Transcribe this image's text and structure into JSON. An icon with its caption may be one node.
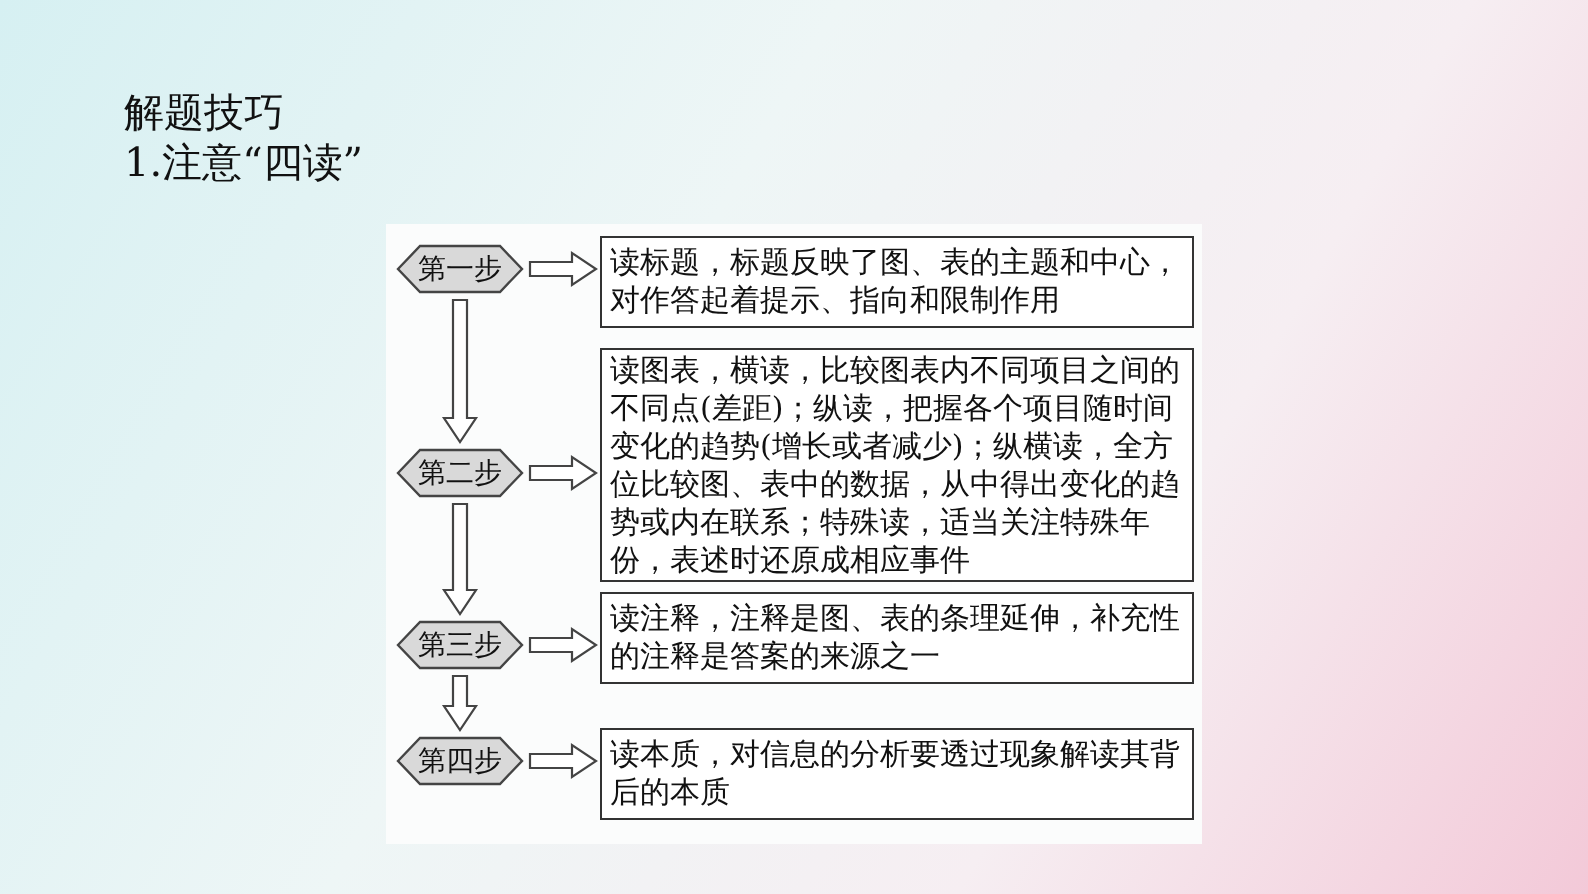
{
  "diagram": {
    "title": "解题技巧",
    "labels": [
      "1.注意“四读”"
    ],
    "nodes": [
      {
        "text": [
          "第一步"
        ]
      },
      {
        "text": [
          "读标题，标题反映了图、表的主题和中心，对作答起着提示、指向和限制作用"
        ]
      },
      {
        "text": [
          "第二步"
        ]
      },
      {
        "text": [
          "读图表，横读，比较图表内不同项目之间的不同点(差距)；纵读，把握各个项目随时间变化的趋势(增长或者减少)；纵横读，全方位比较图、表中的数据，从中得出变化的趋势或内在联系；特殊读，适当关注特殊年份，表述时还原成相应事件"
        ]
      },
      {
        "text": [
          "第三步"
        ]
      },
      {
        "text": [
          "读注释，注释是图、表的条理延伸，补充性的注释是答案的来源之一"
        ]
      },
      {
        "text": [
          "第四步"
        ]
      },
      {
        "text": [
          "读本质，对信息的分析要透过现象解读其背后的本质"
        ]
      }
    ],
    "edges": [
      {
        "from": 0,
        "to": 1,
        "arrow": "to"
      },
      {
        "from": 0,
        "to": 2,
        "arrow": "to"
      },
      {
        "from": 2,
        "to": 3,
        "arrow": "to"
      },
      {
        "from": 2,
        "to": 4,
        "arrow": "to"
      },
      {
        "from": 4,
        "to": 5,
        "arrow": "to"
      },
      {
        "from": 4,
        "to": 6,
        "arrow": "to"
      },
      {
        "from": 6,
        "to": 7,
        "arrow": "to"
      }
    ]
  }
}
